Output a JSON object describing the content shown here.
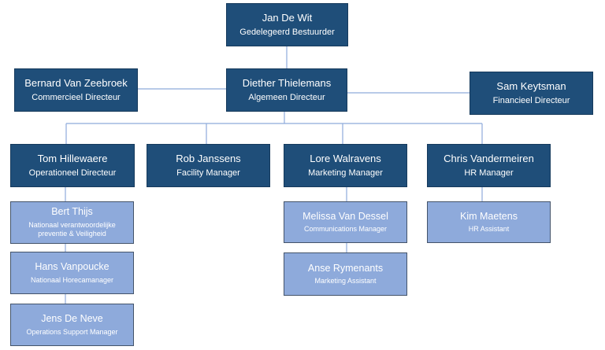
{
  "colors": {
    "dark": "#1f4e79",
    "light": "#8eaadb",
    "line": "#8eaadb"
  },
  "nodes": {
    "ceo": {
      "name": "Jan De Wit",
      "role": "Gedelegeerd Bestuurder"
    },
    "gm": {
      "name": "Diether Thielemans",
      "role": "Algemeen Directeur"
    },
    "commercial": {
      "name": "Bernard Van Zeebroek",
      "role": "Commercieel Directeur"
    },
    "finance": {
      "name": "Sam Keytsman",
      "role": "Financieel Directeur"
    },
    "operations": {
      "name": "Tom Hillewaere",
      "role": "Operationeel Directeur"
    },
    "facility": {
      "name": "Rob Janssens",
      "role": "Facility Manager"
    },
    "marketing": {
      "name": "Lore Walravens",
      "role": "Marketing Manager"
    },
    "hr": {
      "name": "Chris Vandermeiren",
      "role": "HR Manager"
    },
    "safety": {
      "name": "Bert Thijs",
      "role": "Nationaal verantwoordelijke\npreventie & Veiligheid"
    },
    "horeca": {
      "name": "Hans Vanpoucke",
      "role": "Nationaal Horecamanager"
    },
    "ops_support": {
      "name": "Jens De Neve",
      "role": "Operations Support Manager"
    },
    "communications": {
      "name": "Melissa Van Dessel",
      "role": "Communications Manager"
    },
    "mkt_assistant": {
      "name": "Anse Rymenants",
      "role": "Marketing Assistant"
    },
    "hr_assistant": {
      "name": "Kim Maetens",
      "role": "HR Assistant"
    }
  }
}
